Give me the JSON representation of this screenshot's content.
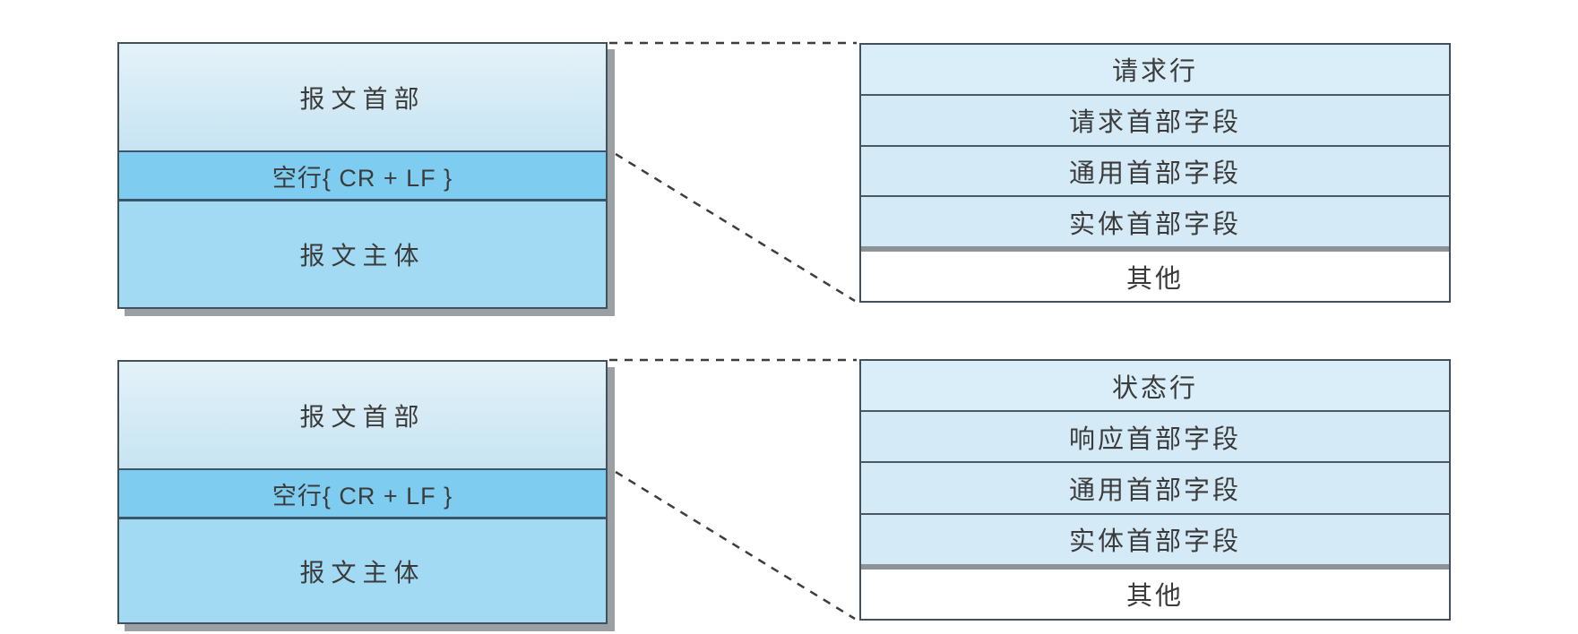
{
  "colors": {
    "overview_header_bg_top": "#e4f2f9",
    "overview_header_bg_bottom": "#c7e4f2",
    "blank_line_bg": "#7ecdf0",
    "message_body_bg": "#a2daf3",
    "detail_row_bg": "#d4ebf7",
    "other_row_bg": "#ffffff",
    "box_border": "#41505a",
    "box_shadow": "#9aa0a4",
    "dashed_line": "#3d3d3d",
    "text": "#3b3b3b"
  },
  "diagrams": [
    {
      "id": "request-message",
      "overview": {
        "header": "报文首部",
        "blank_line": "空行{ CR + LF }",
        "body": "报文主体"
      },
      "details": [
        "请求行",
        "请求首部字段",
        "通用首部字段",
        "实体首部字段",
        "其他"
      ]
    },
    {
      "id": "response-message",
      "overview": {
        "header": "报文首部",
        "blank_line": "空行{ CR + LF }",
        "body": "报文主体"
      },
      "details": [
        "状态行",
        "响应首部字段",
        "通用首部字段",
        "实体首部字段",
        "其他"
      ]
    }
  ]
}
